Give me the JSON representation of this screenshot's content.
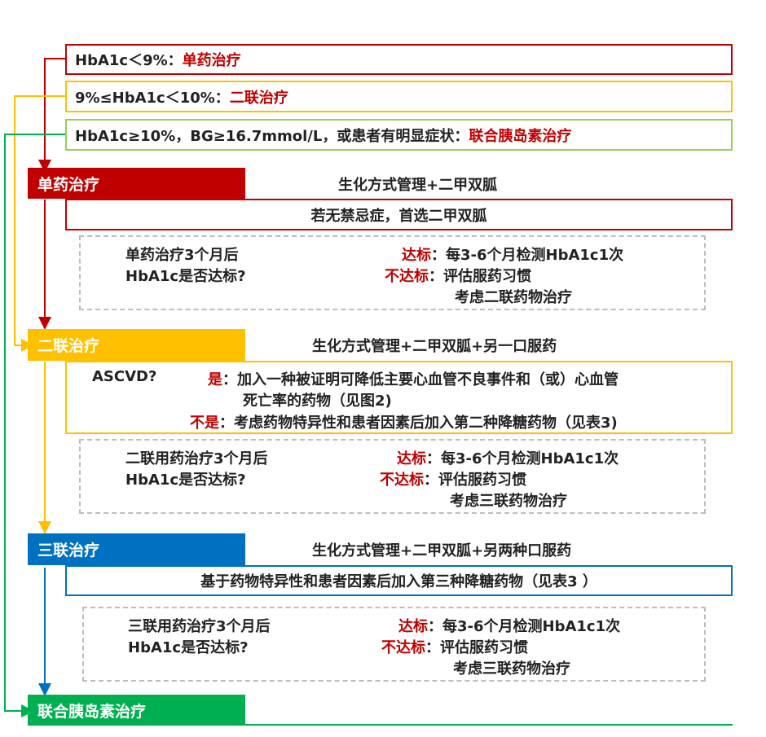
{
  "criteria": {
    "c1": {
      "cond": "HbA1c＜9%：",
      "result": "单药治疗"
    },
    "c2": {
      "cond": "9%≤HbA1c＜10%：",
      "result": "二联治疗"
    },
    "c3": {
      "cond": "HbA1c≥10%，BG≥16.7mmol/L，或患者有明显症状：",
      "result": "联合胰岛素治疗"
    }
  },
  "mono": {
    "header": "单药治疗",
    "mgmt": "生化方式管理+二甲双胍",
    "box": "若无禁忌症，首选二甲双胍",
    "check_q1": "单药治疗3个月后",
    "check_q2": "HbA1c是否达标?",
    "ok_label": "达标",
    "ok_text": "：每3-6个月检测HbA1c1次",
    "nok_label": "不达标",
    "nok_text1": "：评估服药习惯",
    "nok_text2": "考虑二联药物治疗"
  },
  "dual": {
    "header": "二联治疗",
    "mgmt": "生化方式管理+二甲双胍+另一口服药",
    "ascvd": "ASCVD?",
    "yes_label": "是",
    "yes_text1": "：加入一种被证明可降低主要心血管不良事件和（或）心血管",
    "yes_text2": "死亡率的药物（见图2)",
    "no_label": "不是",
    "no_text": "：考虑药物特异性和患者因素后加入第二种降糖药物（见表3)",
    "check_q1": "二联用药治疗3个月后",
    "check_q2": "HbA1c是否达标?",
    "ok_label": "达标",
    "ok_text": "：每3-6个月检测HbA1c1次",
    "nok_label": "不达标",
    "nok_text1": "：评估服药习惯",
    "nok_text2": "考虑三联药物治疗"
  },
  "triple": {
    "header": "三联治疗",
    "mgmt": "生化方式管理+二甲双胍+另两种口服药",
    "box": "基于药物特异性和患者因素后加入第三种降糖药物（见表3 ）",
    "check_q1": "三联用药治疗3个月后",
    "check_q2": "HbA1c是否达标?",
    "ok_label": "达标",
    "ok_text": "：每3-6个月检测HbA1c1次",
    "nok_label": "不达标",
    "nok_text1": "：评估服药习惯",
    "nok_text2": "考虑三联药物治疗"
  },
  "insulin": {
    "header": "联合胰岛素治疗"
  },
  "colors": {
    "red": "#c00000",
    "yellow": "#ffc000",
    "blue": "#0070c0",
    "green": "#00b050"
  }
}
